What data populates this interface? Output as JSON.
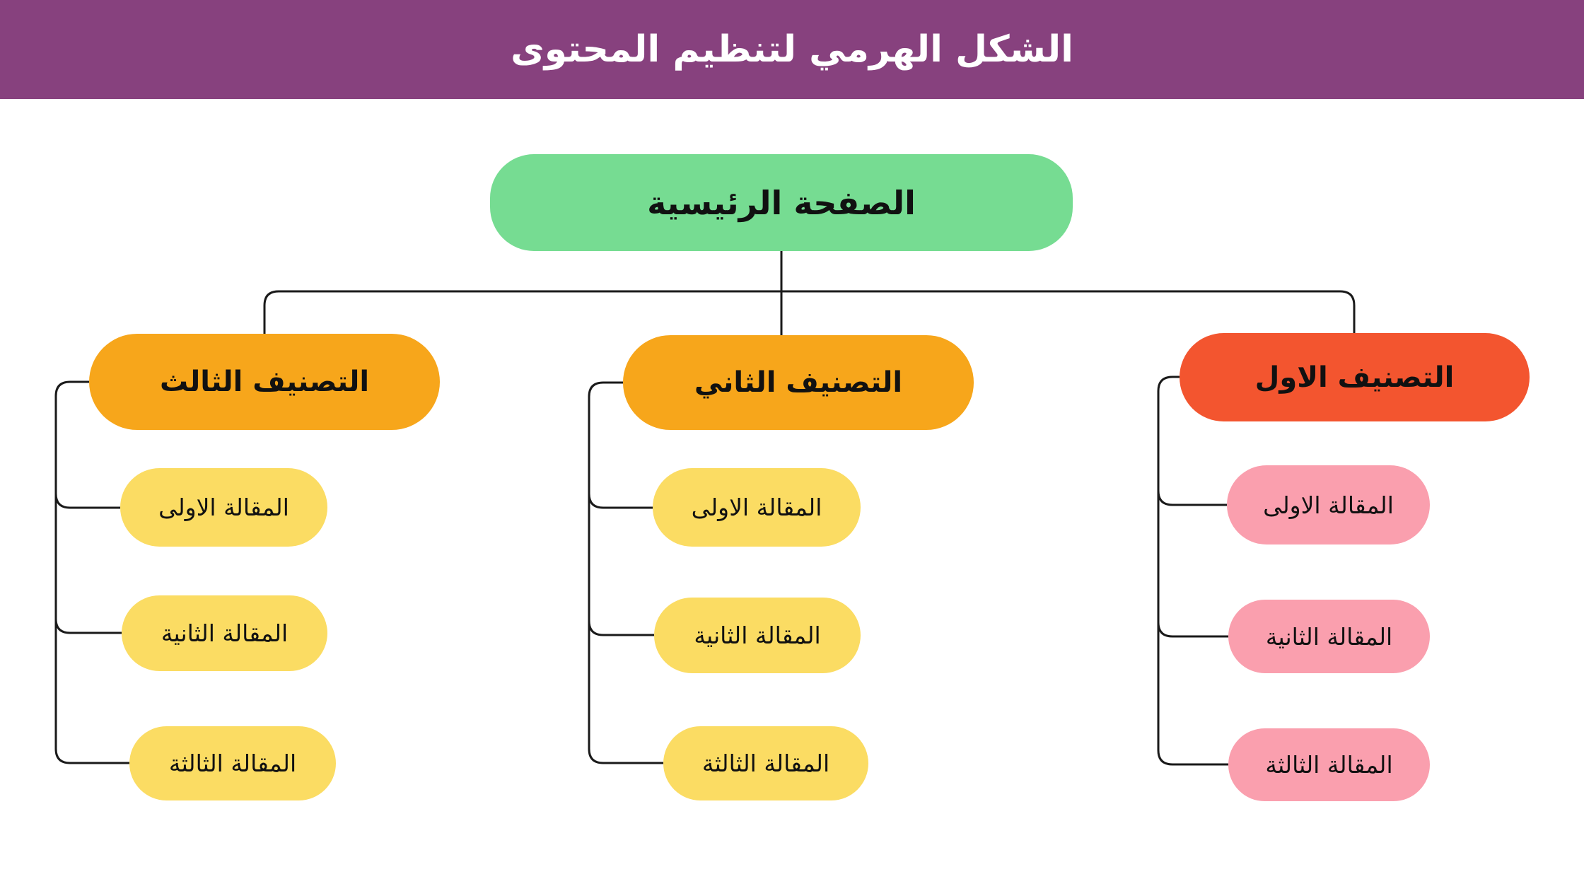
{
  "header": {
    "title": "الشكل الهرمي لتنظيم المحتوى",
    "bg_color": "#87417E",
    "text_color": "#FFFFFF"
  },
  "colors": {
    "background": "#FFFFFF",
    "line": "#1A1A1A",
    "node_text": "#111111"
  },
  "diagram": {
    "root": {
      "label": "الصفحة الرئيسية",
      "color": "#76DC92"
    },
    "categories": [
      {
        "label": "التصنيف الاول",
        "color": "#F3552F",
        "article_color": "#FA9FAE",
        "articles": [
          {
            "label": "المقالة الاولى"
          },
          {
            "label": "المقالة الثانية"
          },
          {
            "label": "المقالة الثالثة"
          }
        ]
      },
      {
        "label": "التصنيف الثاني",
        "color": "#F7A61B",
        "article_color": "#FBDC63",
        "articles": [
          {
            "label": "المقالة الاولى"
          },
          {
            "label": "المقالة الثانية"
          },
          {
            "label": "المقالة الثالثة"
          }
        ]
      },
      {
        "label": "التصنيف الثالث",
        "color": "#F7A61B",
        "article_color": "#FBDC63",
        "articles": [
          {
            "label": "المقالة الاولى"
          },
          {
            "label": "المقالة الثانية"
          },
          {
            "label": "المقالة الثالثة"
          }
        ]
      }
    ]
  }
}
